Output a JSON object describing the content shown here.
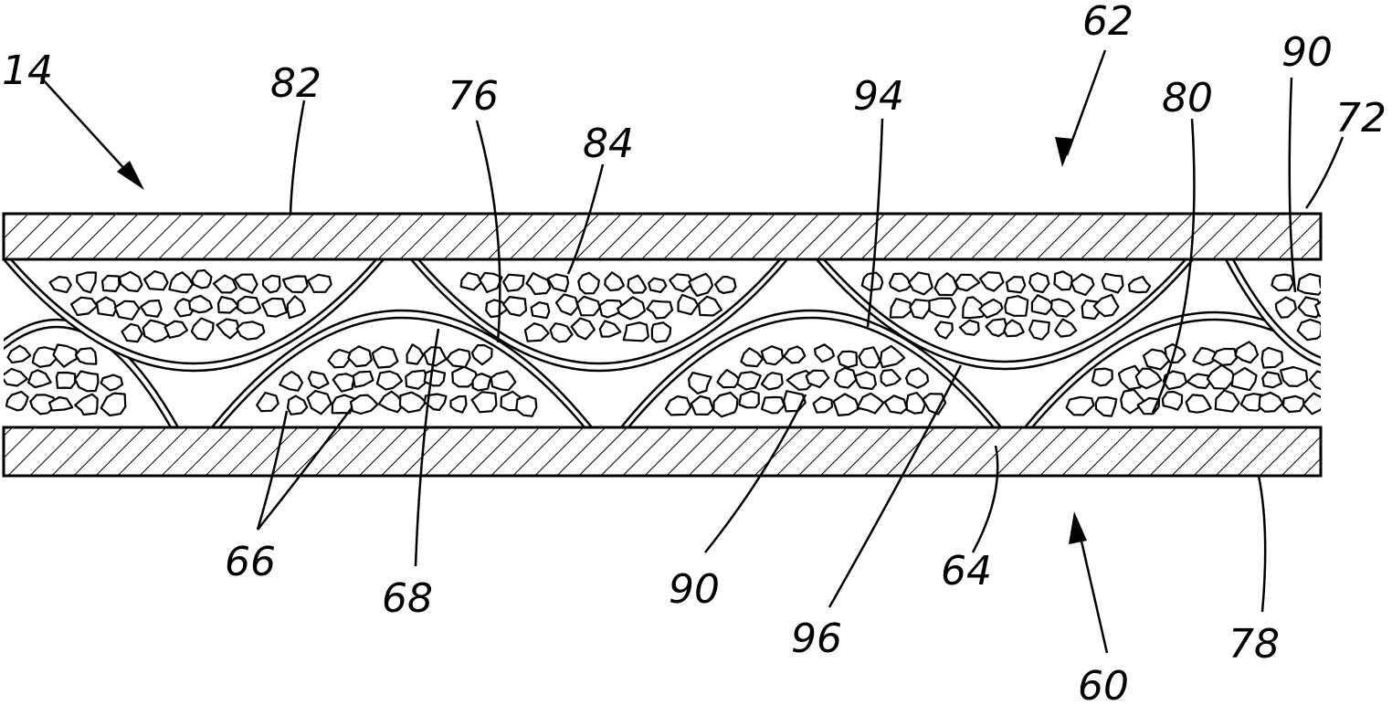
{
  "labels": {
    "l14": "14",
    "l82": "82",
    "l76": "76",
    "l84": "84",
    "l94": "94",
    "l62": "62",
    "l80": "80",
    "l90_top": "90",
    "l72": "72",
    "l66": "66",
    "l68": "68",
    "l90_bottom": "90",
    "l96": "96",
    "l64": "64",
    "l60": "60",
    "l78": "78"
  }
}
